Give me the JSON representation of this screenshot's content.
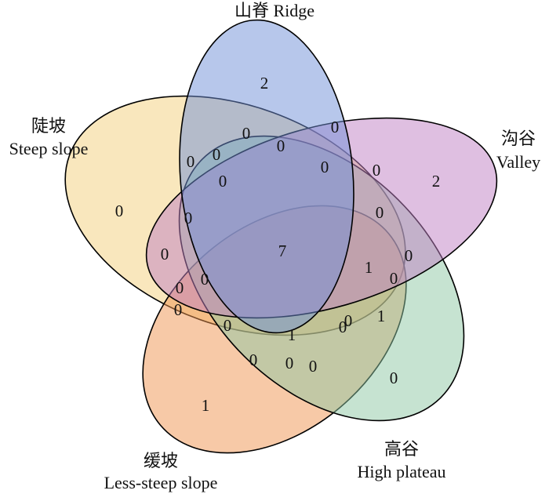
{
  "sets": {
    "ridge": {
      "label_cn": "山脊",
      "label_en": "Ridge",
      "color": "#6f8fd8"
    },
    "valley": {
      "label_cn": "沟谷",
      "label_en": "Valley",
      "color": "#c07fc4"
    },
    "high_plateau": {
      "label_cn": "高谷",
      "label_en": "High plateau",
      "color": "#8dc8a3"
    },
    "less_steep": {
      "label_cn": "缓坡",
      "label_en": "Less-steep slope",
      "color": "#f0944f"
    },
    "steep": {
      "label_cn": "陡坡",
      "label_en": "Steep slope",
      "color": "#f3cf7c"
    }
  },
  "counts": {
    "ridge_only": "2",
    "valley_only": "2",
    "high_plateau_only": "0",
    "less_steep_only": "1",
    "steep_only": "0",
    "all_five": "7",
    "r01": "0",
    "r02": "0",
    "r03": "0",
    "r04": "0",
    "r05": "0",
    "r06": "0",
    "r07": "0",
    "r08": "0",
    "r09": "0",
    "r10": "0",
    "r11": "0",
    "r12": "0",
    "r13": "1",
    "r14": "0",
    "r15": "1",
    "r16": "0",
    "r17": "0",
    "r18": "0",
    "r19": "0",
    "r20": "0",
    "r21": "0",
    "r22": "1",
    "r23": "0",
    "r24": "0",
    "r25": "0",
    "r26": "0"
  }
}
